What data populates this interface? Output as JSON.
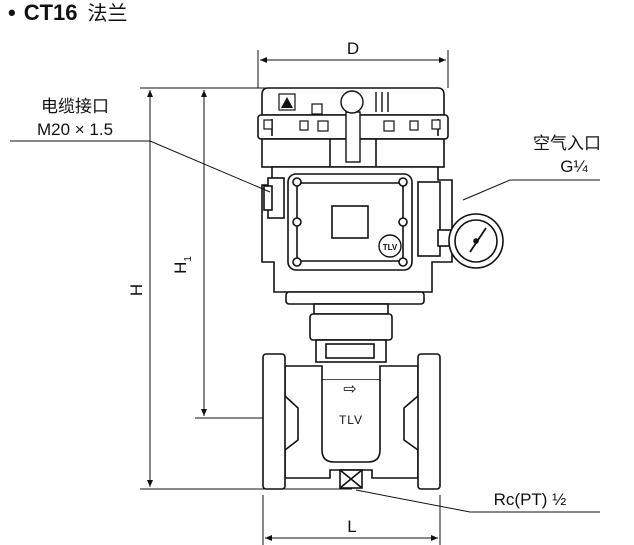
{
  "title": {
    "bullet": "•",
    "model": "CT16",
    "subtitle": "法兰"
  },
  "dimensions": {
    "width_top": "D",
    "width_bottom": "L",
    "height_total": "H",
    "height_partial": "H",
    "height_partial_subscript": "1"
  },
  "callouts": {
    "cable": {
      "line1": "电缆接口",
      "line2": "M20 × 1.5"
    },
    "air": {
      "line1": "空气入口",
      "line2": "G¼"
    },
    "drain": {
      "line1": "Rc(PT) ½"
    }
  },
  "valve_marking": "TLV",
  "logo_text": "TLV",
  "flow_mark": "⇨"
}
